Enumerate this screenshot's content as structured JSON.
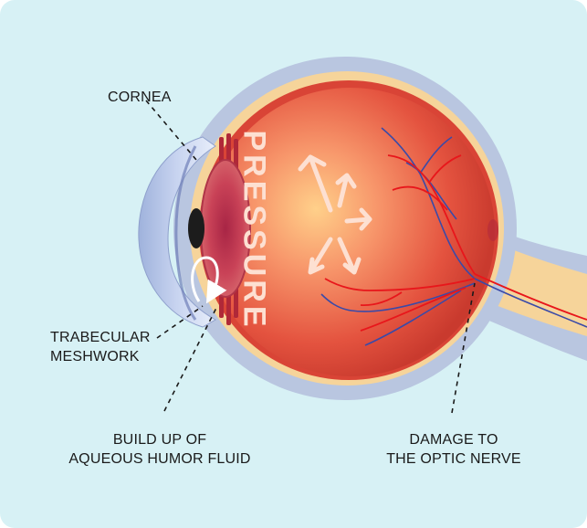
{
  "labels": {
    "cornea": "CORNEA",
    "trabecular": [
      "TRABECULAR",
      "MESHWORK"
    ],
    "buildup": [
      "BUILD UP OF",
      "AQUEOUS HUMOR FLUID"
    ],
    "damage": [
      "DAMAGE TO",
      "THE OPTIC NERVE"
    ],
    "pressure": "PRESSURE"
  },
  "colors": {
    "background": "#d7f1f5",
    "sclera_outer": "#b9c6e0",
    "sclera_band": "#f6d49a",
    "eye_interior": "#e44a3a",
    "iris": "#c2364a",
    "blood_artery": "#e8161b",
    "blood_vein": "#3a4aa8",
    "pressure_arrow": "#fde0d2"
  }
}
